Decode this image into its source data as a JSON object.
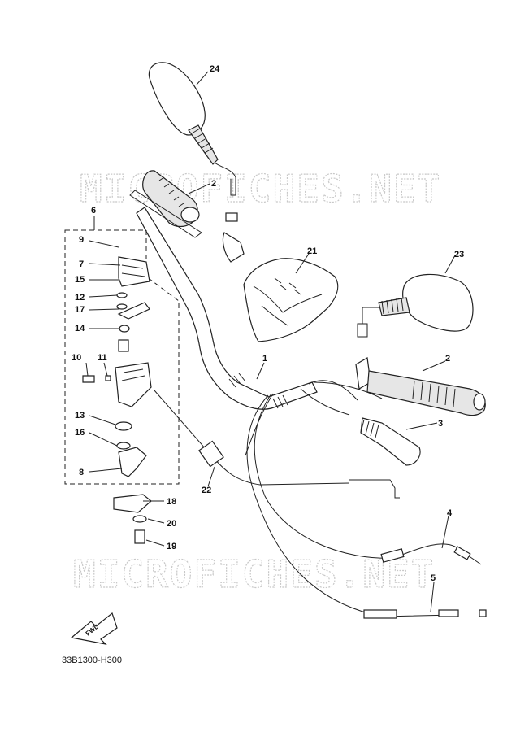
{
  "watermark": "MICROFICHES.NET",
  "diagram_code": "33B1300-H300",
  "fwd_label": "FWD",
  "callouts": [
    "24",
    "2",
    "6",
    "9",
    "7",
    "15",
    "12",
    "17",
    "14",
    "10",
    "11",
    "13",
    "16",
    "8",
    "21",
    "23",
    "1",
    "2",
    "3",
    "22",
    "18",
    "20",
    "19",
    "4",
    "5"
  ]
}
